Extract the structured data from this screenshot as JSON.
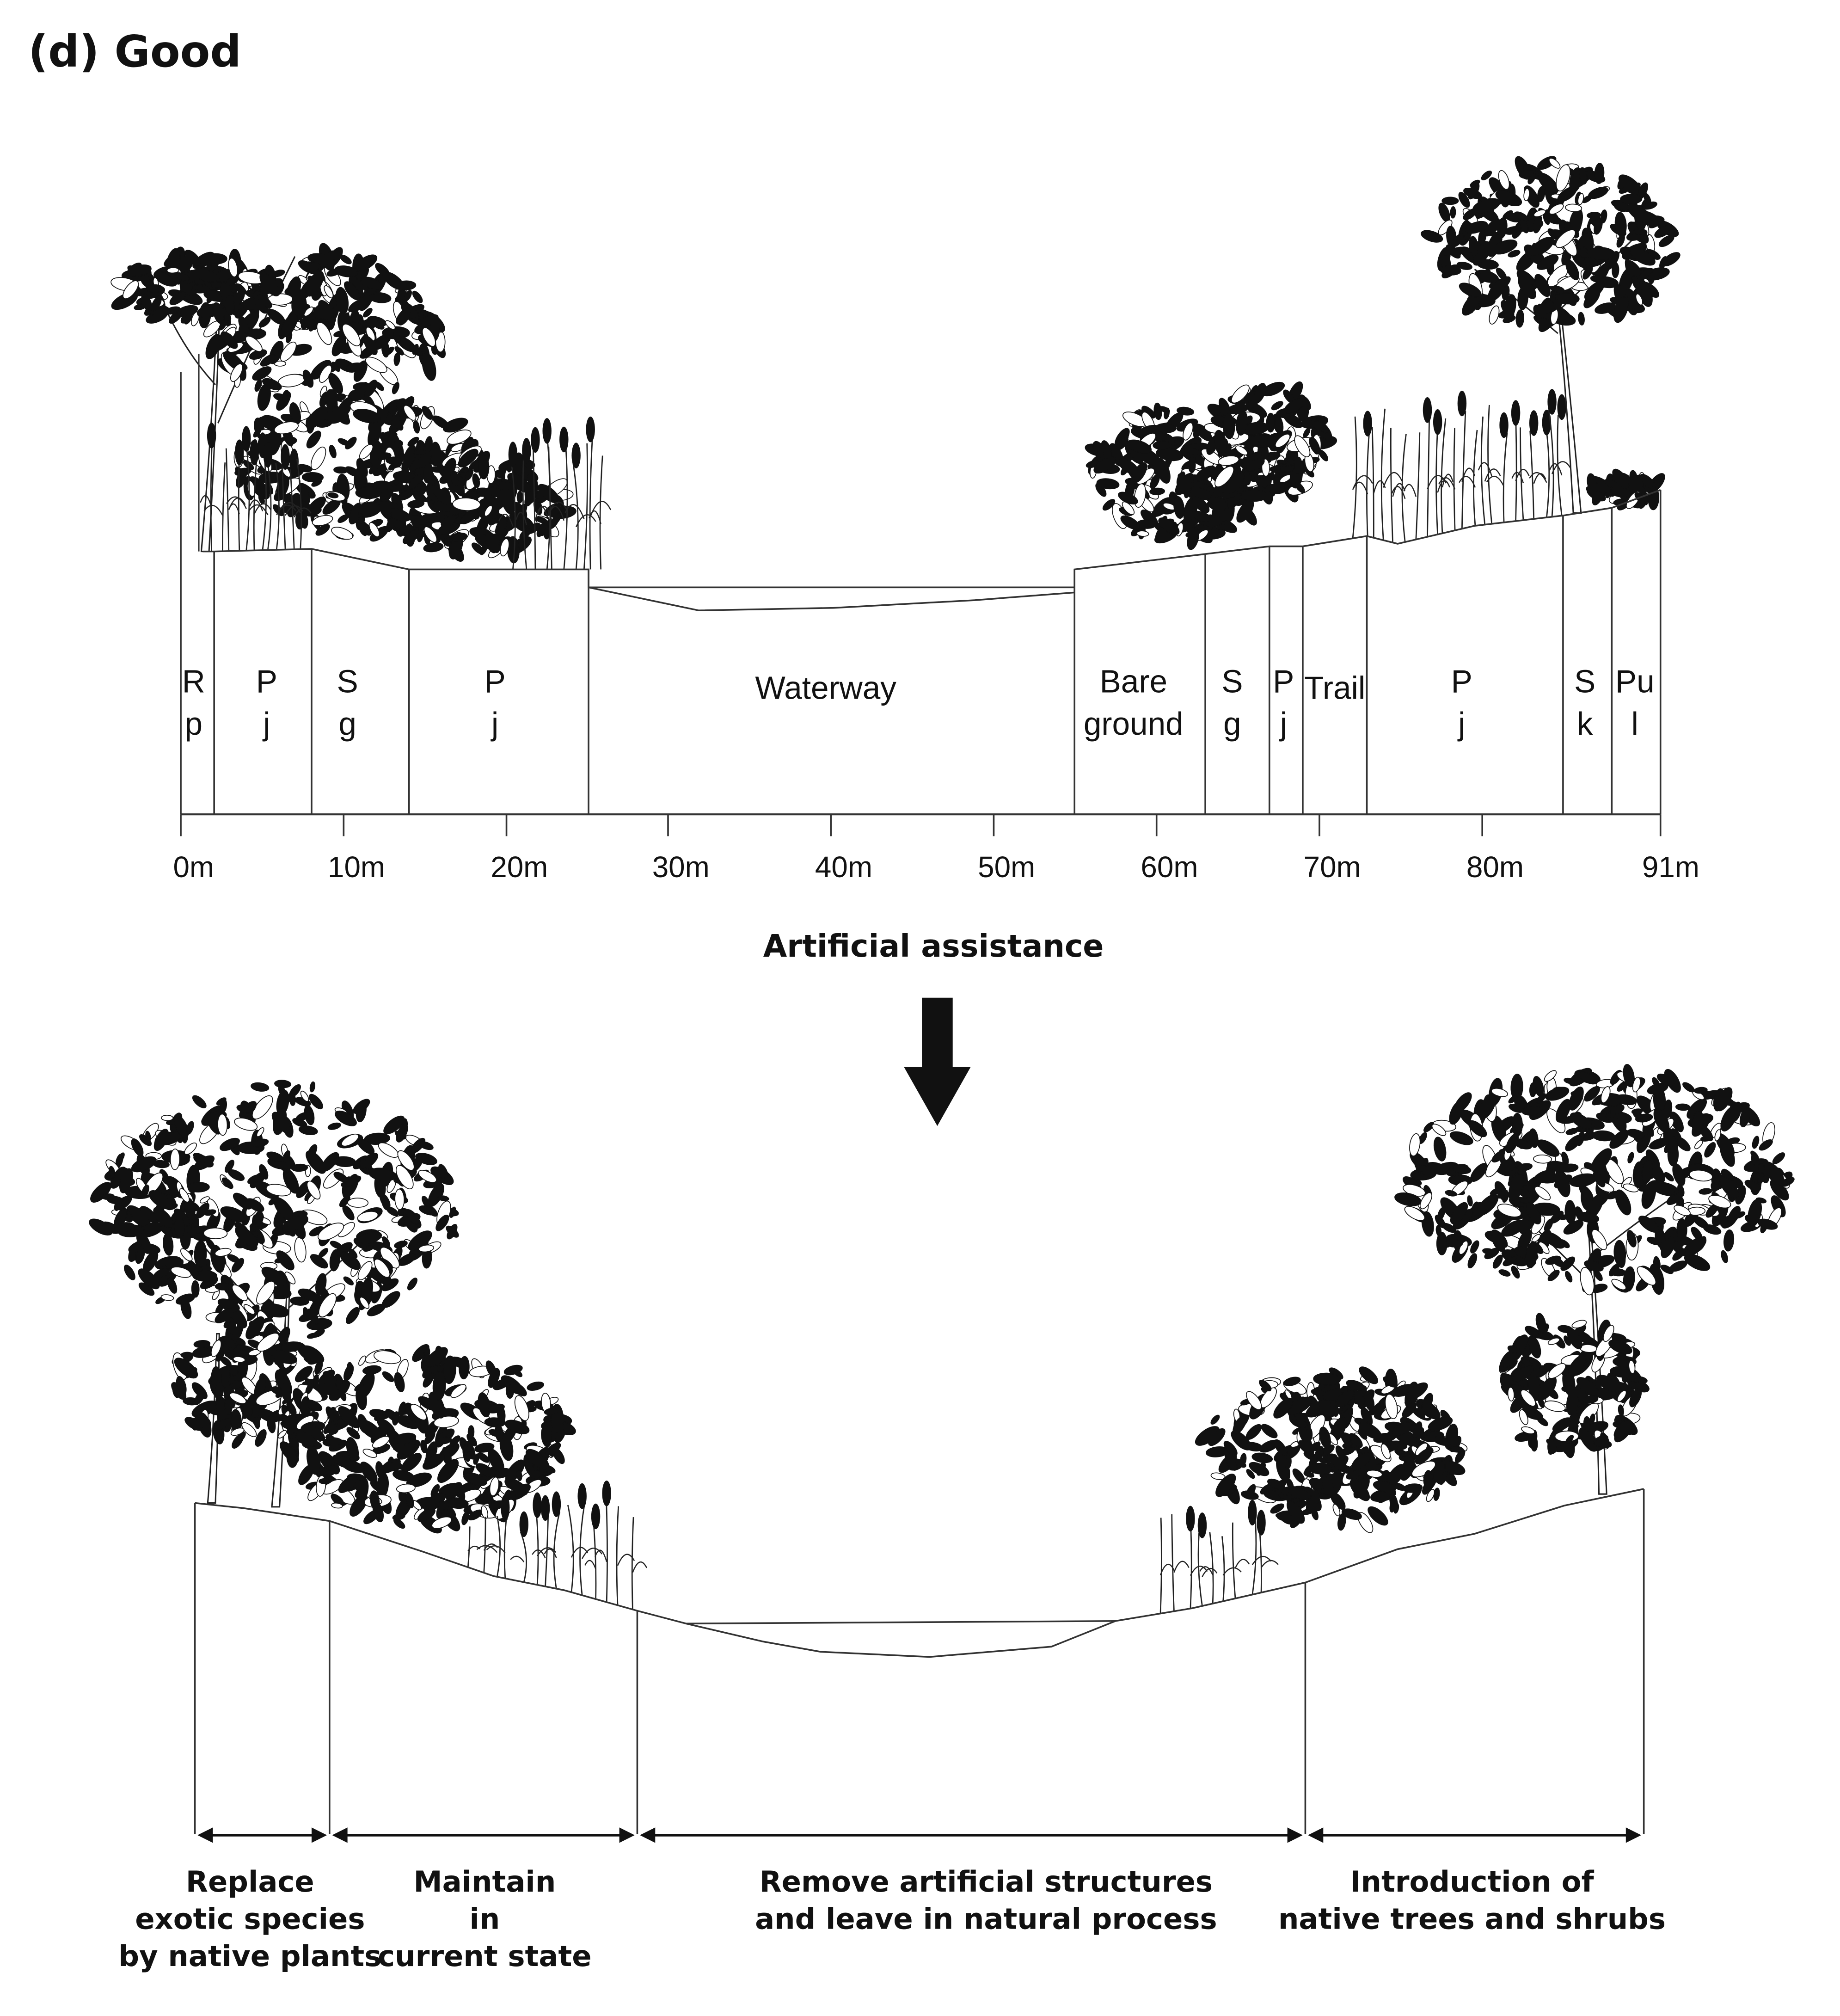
{
  "title": "(d)  Good",
  "top_section": {
    "zones": [
      {
        "id": "rp",
        "line1": "R",
        "line2": "p"
      },
      {
        "id": "pj1",
        "line1": "P",
        "line2": "j"
      },
      {
        "id": "sg1",
        "line1": "S",
        "line2": "g"
      },
      {
        "id": "pj2",
        "line1": "P",
        "line2": "j"
      },
      {
        "id": "waterway",
        "line1": "Waterway",
        "line2": ""
      },
      {
        "id": "bare",
        "line1": "Bare",
        "line2": "ground"
      },
      {
        "id": "sg2",
        "line1": "S",
        "line2": "g"
      },
      {
        "id": "pj3",
        "line1": "P",
        "line2": "j"
      },
      {
        "id": "trail",
        "line1": "Trail",
        "line2": ""
      },
      {
        "id": "pj4",
        "line1": "P",
        "line2": "j"
      },
      {
        "id": "sk",
        "line1": "S",
        "line2": "k"
      },
      {
        "id": "pul",
        "line1": "Pu",
        "line2": "l"
      }
    ],
    "ticks": [
      "0m",
      "10m",
      "20m",
      "30m",
      "40m",
      "50m",
      "60m",
      "70m",
      "80m",
      "91m"
    ]
  },
  "transition": {
    "label": "Artificial assistance"
  },
  "bottom_section": {
    "measures": [
      {
        "id": "replace",
        "lines": [
          "Replace",
          "exotic species",
          "by native plants"
        ]
      },
      {
        "id": "maintain",
        "lines": [
          "Maintain",
          "in",
          "current state"
        ]
      },
      {
        "id": "remove",
        "lines": [
          "Remove artificial structures",
          "and leave in natural process"
        ]
      },
      {
        "id": "introduce",
        "lines": [
          "Introduction of",
          "native trees and shrubs"
        ]
      }
    ]
  },
  "colors": {
    "ink": "#111111",
    "line": "#333333",
    "background": "#ffffff"
  }
}
